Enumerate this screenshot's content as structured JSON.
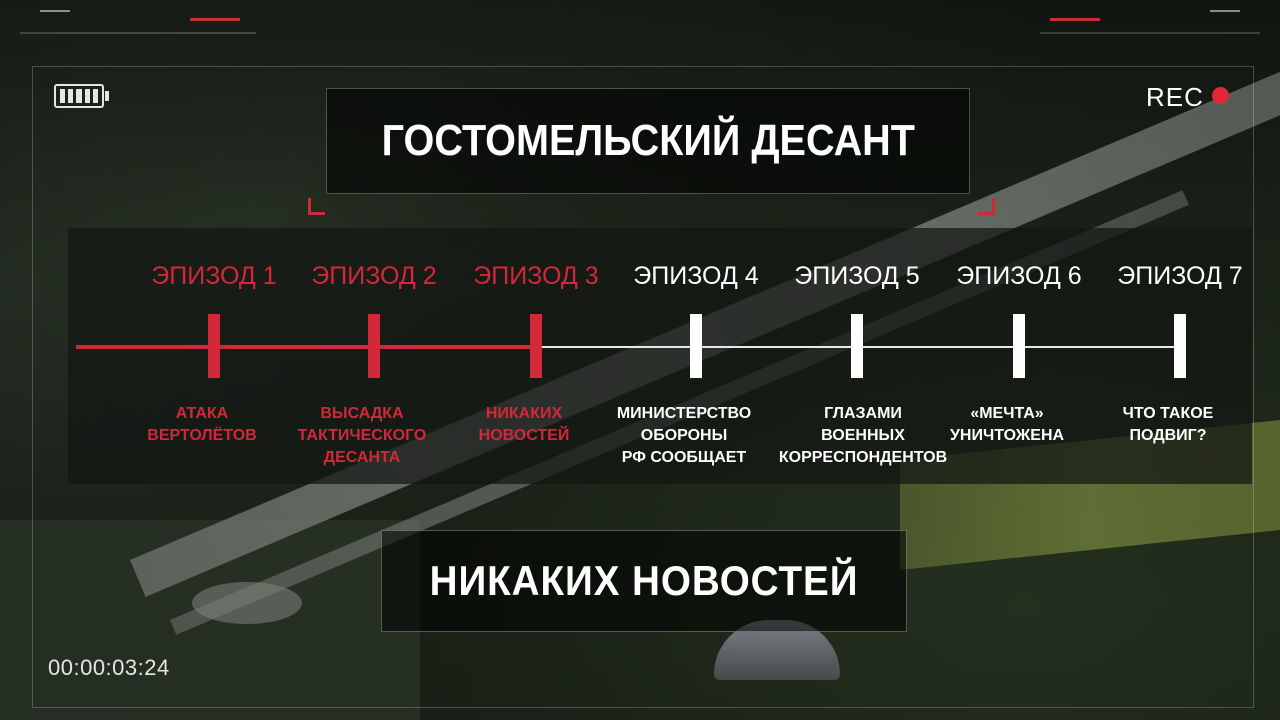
{
  "title": "ГОСТОМЕЛЬСКИЙ ДЕСАНТ",
  "rec_label": "REC",
  "timecode": "00:00:03:24",
  "current_episode": "НИКАКИХ  НОВОСТЕЙ",
  "battery_level": 1.0,
  "colors": {
    "accent": "#d2283a",
    "inactive": "#ffffff"
  },
  "episodes": [
    {
      "label": "ЭПИЗОД 1",
      "subtitle": [
        "АТАКА",
        "ВЕРТОЛЁТОВ"
      ],
      "state": "watched"
    },
    {
      "label": "ЭПИЗОД 2",
      "subtitle": [
        "ВЫСАДКА",
        "ТАКТИЧЕСКОГО",
        "ДЕСАНТА"
      ],
      "state": "watched"
    },
    {
      "label": "ЭПИЗОД 3",
      "subtitle": [
        "НИКАКИХ",
        "НОВОСТЕЙ"
      ],
      "state": "current"
    },
    {
      "label": "ЭПИЗОД 4",
      "subtitle": [
        "МИНИСТЕРСТВО",
        "ОБОРОНЫ",
        "РФ СООБЩАЕТ"
      ],
      "state": "upcoming"
    },
    {
      "label": "ЭПИЗОД 5",
      "subtitle": [
        "ГЛАЗАМИ",
        "ВОЕННЫХ",
        "КОРРЕСПОНДЕНТОВ"
      ],
      "state": "upcoming"
    },
    {
      "label": "ЭПИЗОД 6",
      "subtitle": [
        "«МЕЧТА»",
        "УНИЧТОЖЕНА"
      ],
      "state": "upcoming"
    },
    {
      "label": "ЭПИЗОД 7",
      "subtitle": [
        "ЧТО ТАКОЕ",
        "ПОДВИГ?"
      ],
      "state": "upcoming"
    }
  ]
}
